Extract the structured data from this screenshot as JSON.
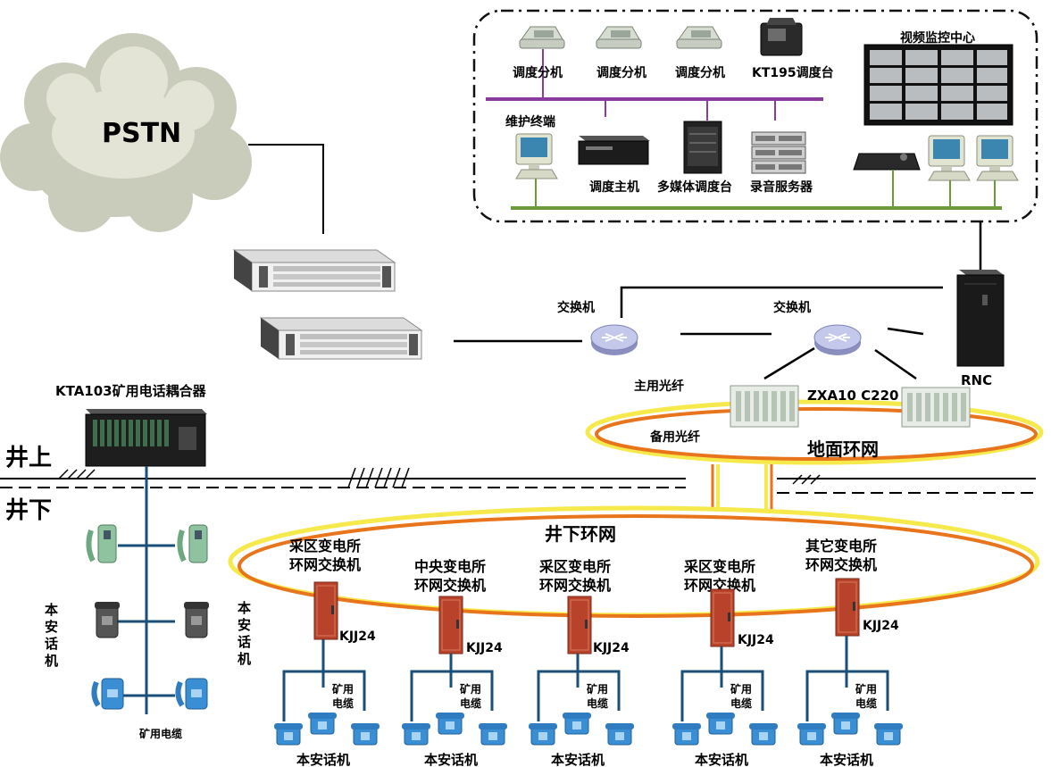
{
  "pstn": {
    "label": "PSTN"
  },
  "coupler": {
    "label": "KTA103矿用电话耦合器"
  },
  "zones": {
    "above": "井上",
    "below": "井下"
  },
  "ground_ring": {
    "label": "地面环网"
  },
  "under_ring": {
    "label": "井下环网"
  },
  "switches": {
    "left": "交换机",
    "right": "交换机"
  },
  "fiber": {
    "main": "主用光纤",
    "backup": "备用光纤"
  },
  "zxa": {
    "label": "ZXA10 C220"
  },
  "rnc": {
    "label": "RNC"
  },
  "dispatch": {
    "ext1": "调度分机",
    "ext2": "调度分机",
    "ext3": "调度分机",
    "console": "KT195调度台",
    "maint": "维护终端",
    "host": "调度主机",
    "multimedia": "多媒体调度台",
    "recorder": "录音服务器",
    "video": "视频监控中心"
  },
  "phones": {
    "left_label": "本安话机",
    "right_label": "本安话机",
    "cable": "矿用电缆"
  },
  "stations": [
    {
      "line1": "采区变电所",
      "line2": "环网交换机",
      "kjj": "KJJ24",
      "cable": "矿用电缆",
      "phone": "本安话机"
    },
    {
      "line1": "中央变电所",
      "line2": "环网交换机",
      "kjj": "KJJ24",
      "cable": "矿用电缆",
      "phone": "本安话机"
    },
    {
      "line1": "采区变电所",
      "line2": "环网交换机",
      "kjj": "KJJ24",
      "cable": "矿用电缆",
      "phone": "本安话机"
    },
    {
      "line1": "采区变电所",
      "line2": "环网交换机",
      "kjj": "KJJ24",
      "cable": "矿用电缆",
      "phone": "本安话机"
    },
    {
      "line1": "其它变电所",
      "line2": "环网交换机",
      "kjj": "KJJ24",
      "cable": "矿用电缆",
      "phone": "本安话机"
    }
  ],
  "colors": {
    "purple_bus": "#8a3c9c",
    "green_bus": "#6c9a3a",
    "ring_orange": "#e8741c",
    "ring_yellow": "#f6e94c",
    "phone_blue": "#3a8fd4",
    "cabinet": "#b8432a"
  }
}
